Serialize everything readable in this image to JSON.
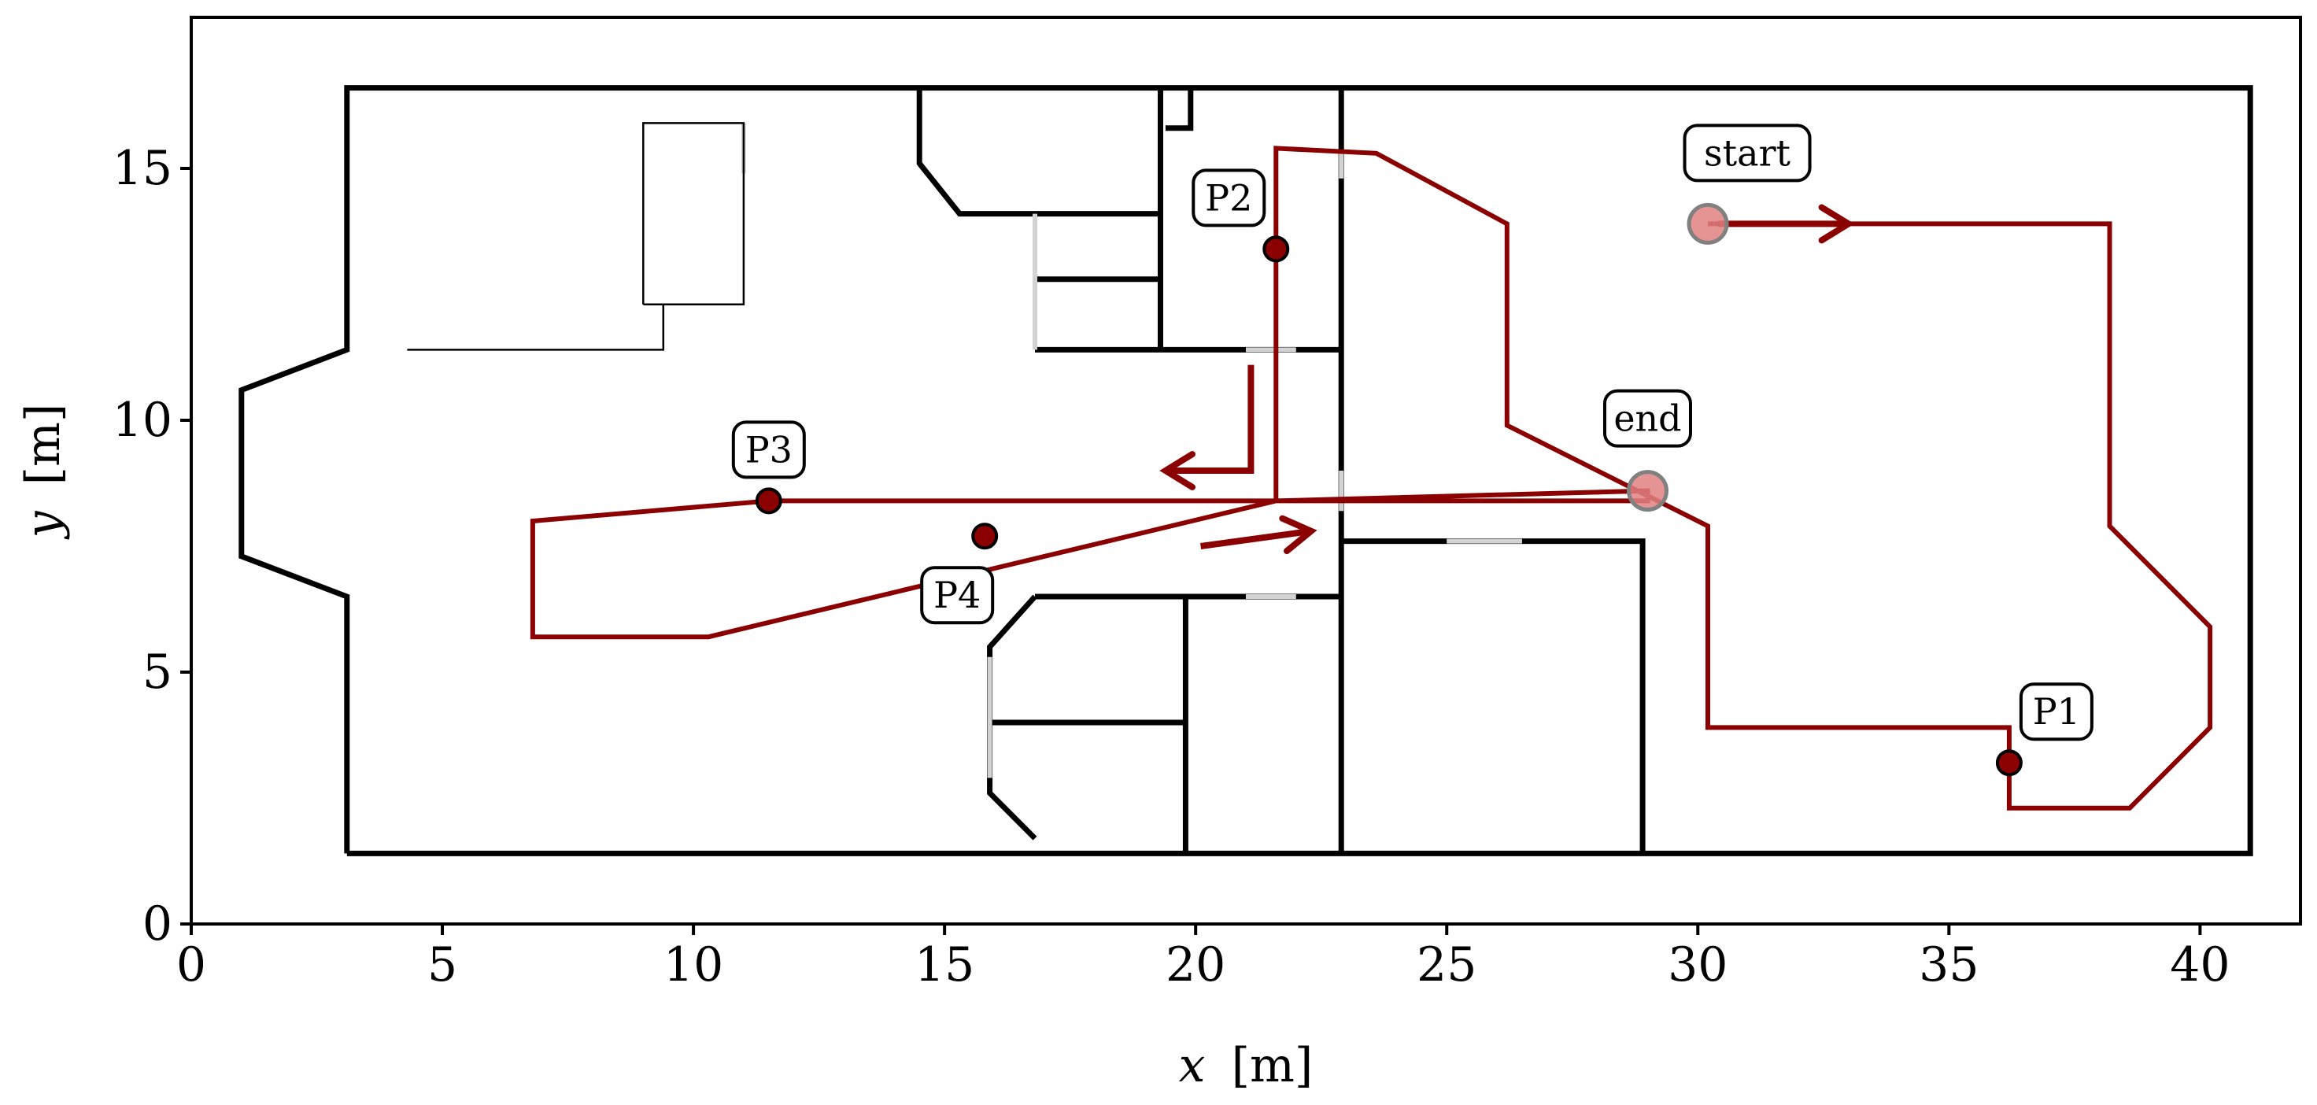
{
  "chart_data": {
    "type": "floor-plan-trajectory",
    "xlabel": {
      "var": "x",
      "unit": "[m]"
    },
    "ylabel": {
      "var": "y",
      "unit": "[m]"
    },
    "xlim": [
      0,
      42
    ],
    "ylim": [
      0,
      18
    ],
    "xticks": [
      0,
      5,
      10,
      15,
      20,
      25,
      30,
      35,
      40
    ],
    "yticks": [
      0,
      5,
      10,
      15
    ],
    "colors": {
      "trajectory": "#8b0000",
      "walls": "#000000",
      "doors": "#d3d3d3",
      "marker_endpoint": "#e08080",
      "marker_endpoint_edge": "#808080",
      "marker_point": "#8b0000"
    },
    "walls": [
      [
        [
          3.1,
          1.4
        ],
        [
          41.0,
          1.4
        ],
        [
          41.0,
          16.6
        ],
        [
          3.1,
          16.6
        ],
        [
          3.1,
          11.4
        ],
        [
          1.0,
          10.6
        ],
        [
          1.0,
          7.3
        ],
        [
          3.1,
          6.5
        ],
        [
          3.1,
          1.4
        ]
      ],
      [
        [
          14.5,
          16.6
        ],
        [
          14.5,
          15.1
        ],
        [
          15.3,
          14.1
        ],
        [
          19.3,
          14.1
        ]
      ],
      [
        [
          16.8,
          12.8
        ],
        [
          19.3,
          12.8
        ]
      ],
      [
        [
          16.8,
          11.4
        ],
        [
          22.9,
          11.4
        ]
      ],
      [
        [
          19.3,
          16.6
        ],
        [
          19.3,
          11.4
        ]
      ],
      [
        [
          19.4,
          15.8
        ],
        [
          19.9,
          15.8
        ],
        [
          19.9,
          16.6
        ]
      ],
      [
        [
          22.9,
          16.6
        ],
        [
          22.9,
          1.4
        ]
      ],
      [
        [
          16.8,
          6.5
        ],
        [
          22.9,
          6.5
        ]
      ],
      [
        [
          16.8,
          6.5
        ],
        [
          15.9,
          5.5
        ],
        [
          15.9,
          2.6
        ],
        [
          16.8,
          1.7
        ]
      ],
      [
        [
          15.9,
          4.0
        ],
        [
          19.8,
          4.0
        ]
      ],
      [
        [
          19.8,
          6.5
        ],
        [
          19.8,
          1.4
        ]
      ],
      [
        [
          22.9,
          7.6
        ],
        [
          28.9,
          7.6
        ],
        [
          28.9,
          1.4
        ]
      ]
    ],
    "thin_lines": [
      [
        [
          4.3,
          11.4
        ],
        [
          9.4,
          11.4
        ],
        [
          9.4,
          12.3
        ]
      ],
      [
        [
          9.0,
          12.3
        ],
        [
          11.0,
          12.3
        ],
        [
          11.0,
          15.9
        ],
        [
          9.0,
          15.9
        ],
        [
          9.0,
          12.3
        ]
      ]
    ],
    "doors": [
      [
        [
          11.0,
          14.9
        ],
        [
          11.0,
          15.9
        ]
      ],
      [
        [
          16.8,
          14.1
        ],
        [
          16.8,
          11.4
        ]
      ],
      [
        [
          21.0,
          11.4
        ],
        [
          22.0,
          11.4
        ]
      ],
      [
        [
          22.9,
          15.3
        ],
        [
          22.9,
          14.8
        ]
      ],
      [
        [
          22.9,
          9.0
        ],
        [
          22.9,
          8.2
        ]
      ],
      [
        [
          21.0,
          6.5
        ],
        [
          22.0,
          6.5
        ]
      ],
      [
        [
          15.9,
          5.3
        ],
        [
          15.9,
          2.9
        ]
      ],
      [
        [
          25.0,
          7.6
        ],
        [
          26.5,
          7.6
        ]
      ]
    ],
    "trajectory": [
      [
        30.2,
        13.9
      ],
      [
        38.2,
        13.9
      ],
      [
        38.2,
        7.9
      ],
      [
        40.2,
        5.9
      ],
      [
        40.2,
        3.9
      ],
      [
        38.6,
        2.3
      ],
      [
        36.2,
        2.3
      ],
      [
        36.2,
        3.9
      ],
      [
        30.2,
        3.9
      ],
      [
        30.2,
        7.9
      ],
      [
        26.2,
        9.9
      ],
      [
        26.2,
        13.9
      ],
      [
        23.6,
        15.3
      ],
      [
        21.6,
        15.4
      ],
      [
        21.6,
        8.4
      ],
      [
        10.3,
        5.7
      ],
      [
        6.8,
        5.7
      ],
      [
        6.8,
        8.0
      ],
      [
        11.5,
        8.4
      ],
      [
        29.0,
        8.4
      ],
      [
        29.0,
        8.6
      ],
      [
        21.6,
        8.4
      ]
    ],
    "direction_arrows": [
      {
        "from": [
          30.4,
          13.9
        ],
        "to": [
          33.0,
          13.9
        ]
      },
      {
        "from": [
          21.1,
          11.1
        ],
        "to": [
          21.1,
          9.0
        ],
        "then": [
          19.4,
          9.0
        ]
      },
      {
        "from": [
          20.1,
          7.5
        ],
        "to": [
          22.3,
          7.8
        ]
      }
    ],
    "endpoints": [
      {
        "label": "start",
        "x": 30.2,
        "y": 13.9
      },
      {
        "label": "end",
        "x": 29.0,
        "y": 8.6
      }
    ],
    "points": [
      {
        "label": "P1",
        "x": 36.2,
        "y": 3.2
      },
      {
        "label": "P2",
        "x": 21.6,
        "y": 13.4
      },
      {
        "label": "P3",
        "x": 11.5,
        "y": 8.4
      },
      {
        "label": "P4",
        "x": 15.8,
        "y": 7.7
      }
    ]
  }
}
